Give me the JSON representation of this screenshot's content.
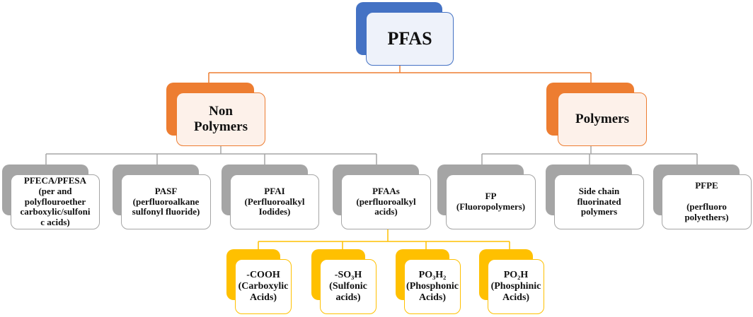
{
  "root": {
    "label": "PFAS"
  },
  "categories": {
    "non_polymers": {
      "label": "Non\nPolymers"
    },
    "polymers": {
      "label": "Polymers"
    }
  },
  "non_polymer_types": {
    "pfeca_pfesa": {
      "label": "PFECA/PFESA\n(per and\npolyflouroether\ncarboxylic/sulfoni\nc acids)"
    },
    "pasf": {
      "label": "PASF\n(perfluoroalkane\nsulfonyl fluoride)"
    },
    "pfai": {
      "label": "PFAI\n(Perfluoroalkyl\nIodides)"
    },
    "pfaas": {
      "label": "PFAAs\n(perfluoroalkyl\nacids)"
    }
  },
  "polymer_types": {
    "fp": {
      "label": "FP\n(Fluoropolymers)"
    },
    "side_chain": {
      "label": "Side chain\nfluorinated\npolymers"
    },
    "pfpe": {
      "label": "PFPE\n\n(perfluoro\npolyethers)"
    }
  },
  "pfaa_subtypes": {
    "cooh": {
      "label": "-COOH\n(Carboxylic\nAcids)"
    },
    "so3h": {
      "label": "-SO₃H\n(Sulfonic\nacids)"
    },
    "po3h2": {
      "label": "PO₃H₂\n(Phosphonic\nAcids)"
    },
    "po2h": {
      "label": "PO₂H\n(Phosphinic\nAcids)"
    }
  },
  "colors": {
    "root": "#4472c4",
    "category": "#ed7d31",
    "type": "#a5a5a5",
    "subtype": "#ffc000"
  }
}
